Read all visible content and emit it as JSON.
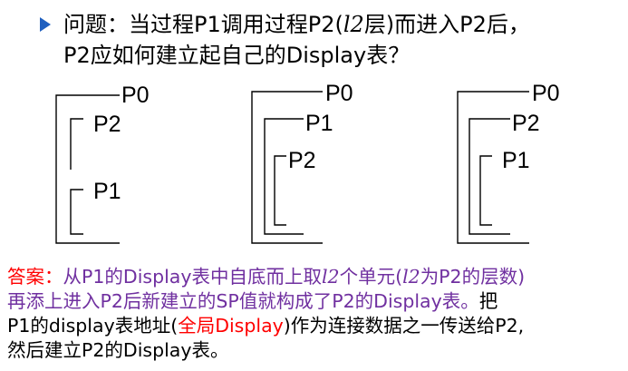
{
  "question": {
    "part1": "问题：当过程P1调用过程P2(",
    "italic": "l2",
    "part2": "层)而进入P2后，",
    "line2": "P2应如何建立起自己的Display表？"
  },
  "diagrams": [
    {
      "labels": [
        "P0",
        "P2",
        "P1"
      ]
    },
    {
      "labels": [
        "P0",
        "P1",
        "P2"
      ]
    },
    {
      "labels": [
        "P0",
        "P2",
        "P1"
      ]
    }
  ],
  "answer": {
    "label": "答案：",
    "s1": "从P1的Display表中自底而上取",
    "it1": "l2",
    "s2": "个单元(",
    "it2": "l2",
    "s3": "为P2的层数)",
    "line2": "再添上进入P2后新建立的SP值就构成了P2的Display表。",
    "s4": "把",
    "line3a": "P1的display表地址(",
    "global": "全局Display",
    "line3b": ")作为连接数据之一传送给P2,",
    "line4": "然后建立P2的Display表。"
  },
  "colors": {
    "accent": "#ff0000",
    "highlight": "#7030a0",
    "bullet": "#1f5fbf"
  }
}
